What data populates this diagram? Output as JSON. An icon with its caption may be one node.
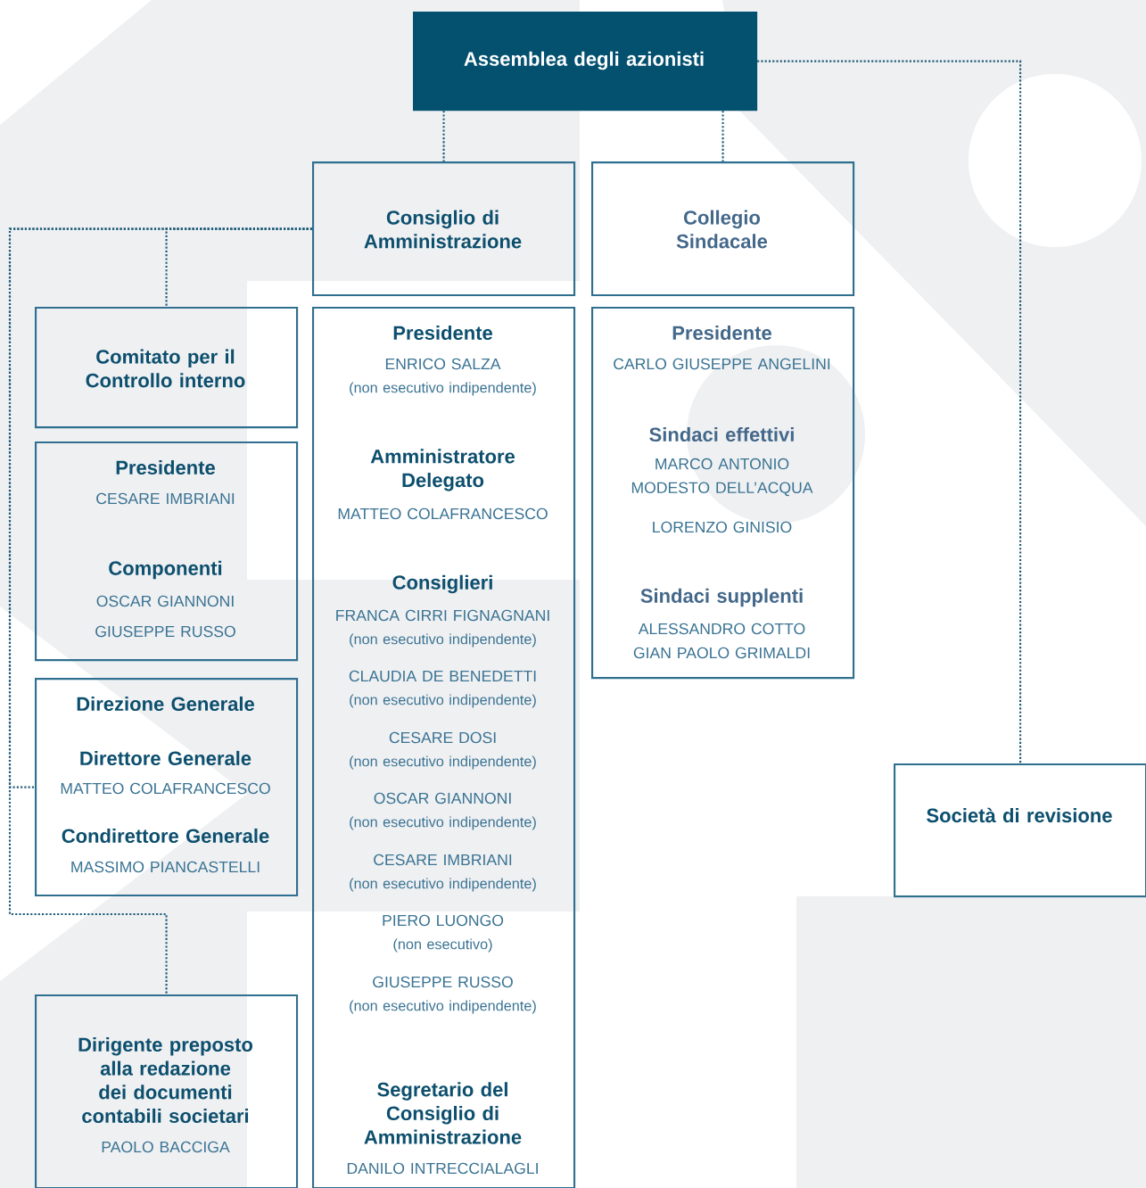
{
  "diagram": {
    "nodes": [
      {
        "text": [
          "Assemblea degli azionisti"
        ]
      },
      {
        "text": [
          "Consiglio di Amministrazione"
        ]
      },
      {
        "text": [
          "Collegio Sindacale"
        ]
      },
      {
        "text": [
          "Comitato per il Controllo interno"
        ]
      },
      {
        "text": [
          "Presidente",
          "CESARE IMBRIANI",
          "Componenti",
          "OSCAR GIANNONI",
          "GIUSEPPE RUSSO"
        ]
      },
      {
        "text": [
          "Direzione Generale",
          "Direttore Generale",
          "MATTEO COLAFRANCESCO",
          "Condirettore Generale",
          "MASSIMO PIANCASTELLI"
        ]
      },
      {
        "text": [
          "Dirigente preposto alla redazione dei documenti contabili societari",
          "PAOLO BACCIGA"
        ]
      },
      {
        "text": [
          "Presidente",
          "ENRICO SALZA",
          "(non esecutivo indipendente)",
          "Amministratore Delegato",
          "MATTEO COLAFRANCESCO",
          "Consiglieri",
          "FRANCA CIRRI FIGNAGNANI",
          "(non esecutivo indipendente)",
          "CLAUDIA DE BENEDETTI",
          "(non esecutivo indipendente)",
          "CESARE DOSI",
          "(non esecutivo indipendente)",
          "OSCAR GIANNONI",
          "(non esecutivo indipendente)",
          "CESARE IMBRIANI",
          "(non esecutivo indipendente)",
          "PIERO LUONGO",
          "(non esecutivo)",
          "GIUSEPPE RUSSO",
          "(non esecutivo indipendente)",
          "Segretario del Consiglio di Amministrazione",
          "DANILO INTRECCIALAGLI"
        ]
      },
      {
        "text": [
          "Presidente",
          "CARLO GIUSEPPE ANGELINI",
          "Sindaci effettivi",
          "MARCO ANTONIO MODESTO DELL’ACQUA",
          "LORENZO GINISIO",
          "Sindaci supplenti",
          "ALESSANDRO COTTO",
          "GIAN PAOLO GRIMALDI"
        ]
      },
      {
        "text": [
          "Società di revisione"
        ]
      }
    ],
    "edges": [
      {
        "from": 0,
        "to": 1,
        "arrow": "none"
      },
      {
        "from": 0,
        "to": 2,
        "arrow": "none"
      },
      {
        "from": 0,
        "to": 9,
        "arrow": "none"
      },
      {
        "from": 1,
        "to": 3,
        "arrow": "none"
      },
      {
        "from": 1,
        "to": 5,
        "arrow": "none"
      },
      {
        "from": 1,
        "to": 6,
        "arrow": "none"
      }
    ]
  }
}
